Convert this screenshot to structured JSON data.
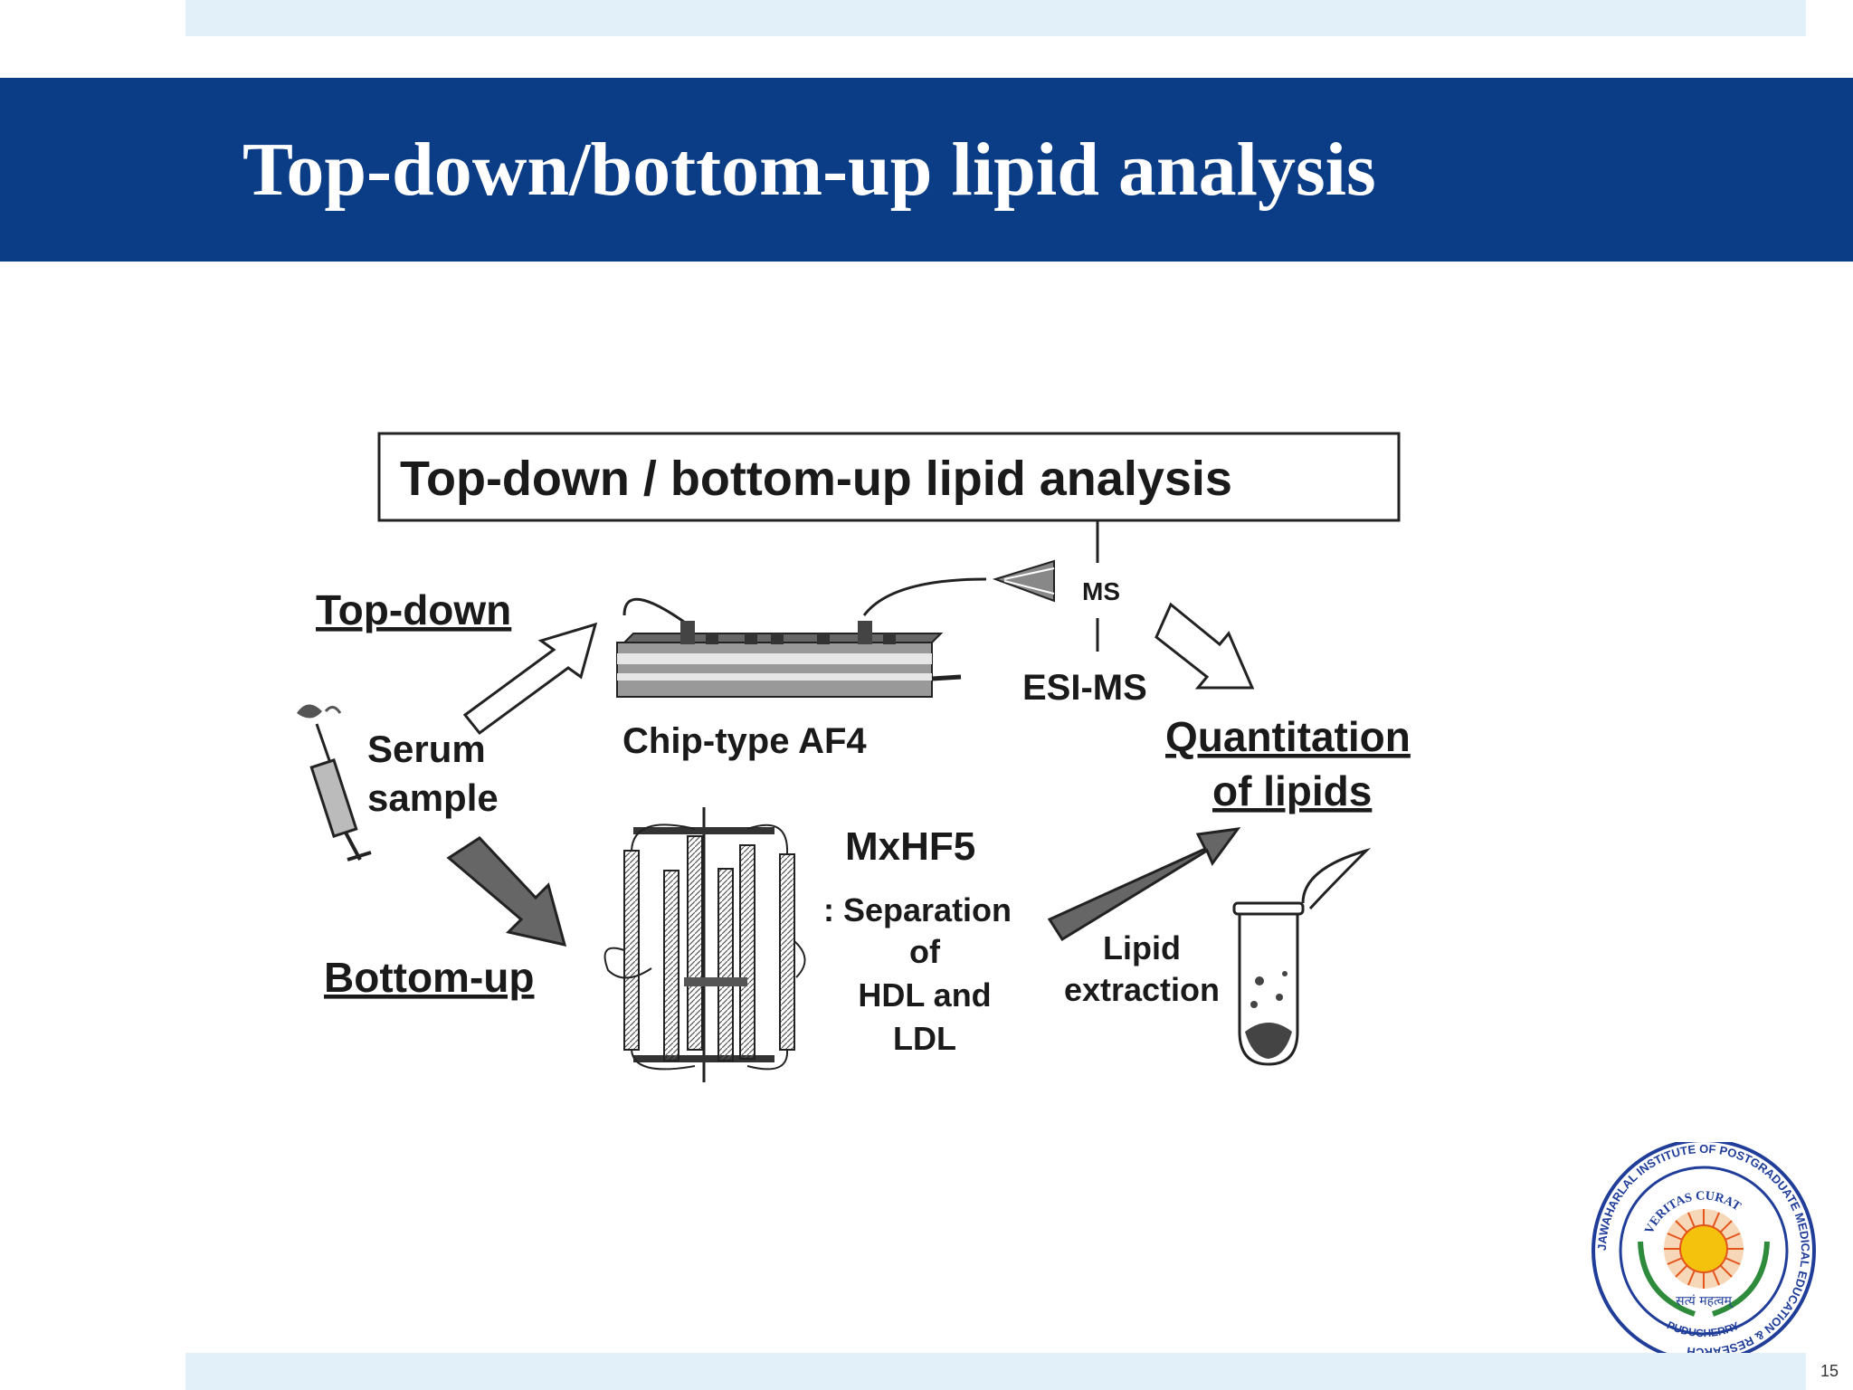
{
  "slide": {
    "title": "Top-down/bottom-up lipid analysis",
    "page_number": "15"
  },
  "diagram": {
    "box_title": "Top-down / bottom-up lipid analysis",
    "top_down": "Top-down",
    "bottom_up": "Bottom-up",
    "serum_line1": "Serum",
    "serum_line2": "sample",
    "chip_label": "Chip-type AF4",
    "ms": "MS",
    "esi_ms": "ESI-MS",
    "quant_line1": "Quantitation",
    "quant_line2": "of lipids",
    "mxhf5": "MxHF5",
    "sep_line1": ": Separation",
    "sep_line2": "of",
    "sep_line3": "HDL and",
    "sep_line4": "LDL",
    "lipid_line1": "Lipid",
    "lipid_line2": "extraction"
  },
  "seal": {
    "ring_text": "JAWAHARLAL INSTITUTE OF POSTGRADUATE MEDICAL EDUCATION & RESEARCH",
    "motto": "VERITAS CURAT",
    "hindi": "सत्यं महत्वम्",
    "place": "PUDUCHERRY",
    "colors": {
      "ring": "#1f3d99",
      "sun": "#f4c20d",
      "wreath": "#2e8b3c"
    }
  }
}
